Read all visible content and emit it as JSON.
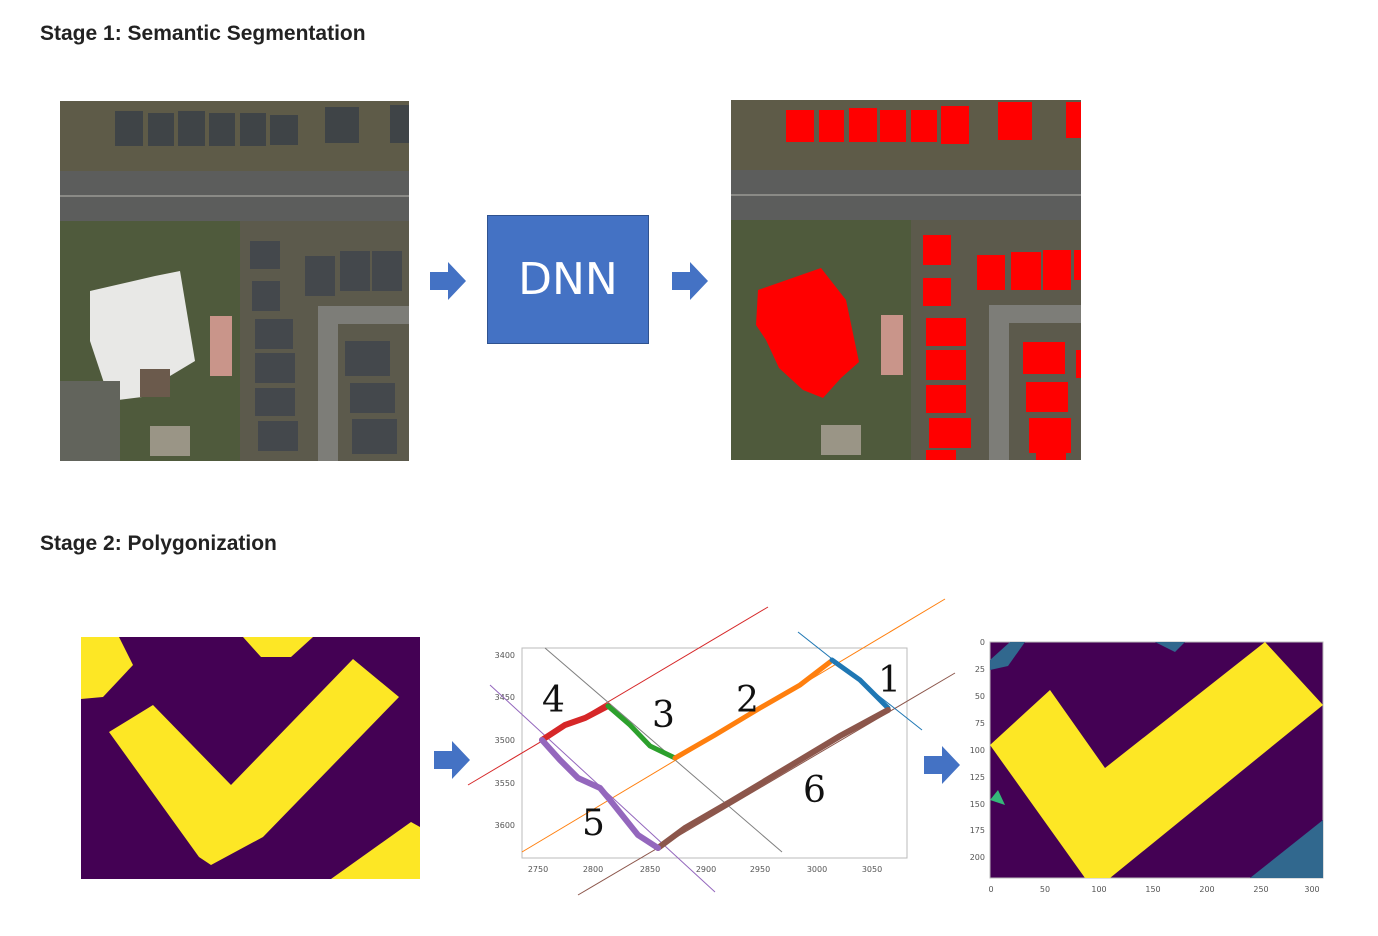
{
  "stage1": {
    "title": "Stage 1: Semantic Segmentation",
    "model_label": "DNN"
  },
  "stage2": {
    "title": "Stage 2: Polygonization",
    "fit_plot": {
      "x_ticks": [
        "2750",
        "2800",
        "2850",
        "2900",
        "2950",
        "3000",
        "3050"
      ],
      "y_ticks": [
        "3400",
        "3450",
        "3500",
        "3550",
        "3600"
      ],
      "segment_labels": [
        "1",
        "2",
        "3",
        "4",
        "5",
        "6"
      ]
    },
    "polygon_plot": {
      "x_ticks": [
        "0",
        "50",
        "100",
        "150",
        "200",
        "250",
        "300"
      ],
      "y_ticks": [
        "0",
        "25",
        "50",
        "75",
        "100",
        "125",
        "150",
        "175",
        "200"
      ]
    }
  },
  "colors": {
    "arrow": "#4472c4",
    "dnn_box": "#4472c4",
    "mask_background": "#440154",
    "mask_building": "#fde725",
    "building_overlay": "#ff0000",
    "segment_red": "#d62728",
    "segment_green": "#2ca02c",
    "segment_orange": "#ff7f0e",
    "segment_blue": "#1f77b4",
    "segment_purple": "#9467bd",
    "segment_brown": "#8c564b"
  }
}
